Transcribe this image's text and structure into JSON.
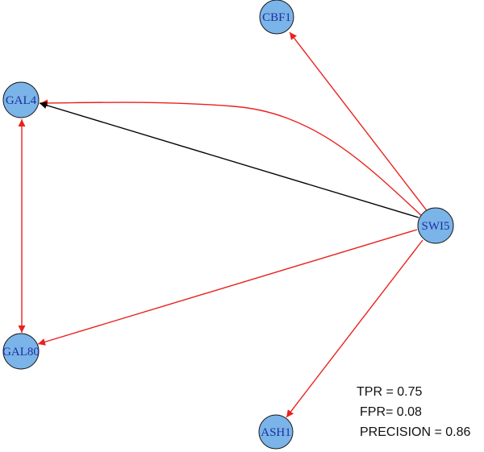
{
  "nodes": [
    {
      "id": "CBF1",
      "label": "CBF1"
    },
    {
      "id": "GAL4",
      "label": "GAL4"
    },
    {
      "id": "SWI5",
      "label": "SWI5"
    },
    {
      "id": "GAL80",
      "label": "GAL80"
    },
    {
      "id": "ASH1",
      "label": "ASH1"
    }
  ],
  "edges": [
    {
      "from": "SWI5",
      "to": "CBF1",
      "color": "red"
    },
    {
      "from": "SWI5",
      "to": "GAL4",
      "color": "red"
    },
    {
      "from": "SWI5",
      "to": "GAL4",
      "color": "black"
    },
    {
      "from": "GAL4",
      "to": "GAL80",
      "color": "red",
      "bidirectional": true
    },
    {
      "from": "SWI5",
      "to": "GAL80",
      "color": "red"
    },
    {
      "from": "SWI5",
      "to": "ASH1",
      "color": "red"
    }
  ],
  "metrics": {
    "tpr": "TPR = 0.75",
    "fpr": "FPR= 0.08",
    "precision": "PRECISION = 0.86"
  },
  "colors": {
    "node_fill": "#7ab4e8",
    "node_label": "#1f2f9e",
    "edge_red": "#e8221f",
    "edge_black": "#000000"
  }
}
